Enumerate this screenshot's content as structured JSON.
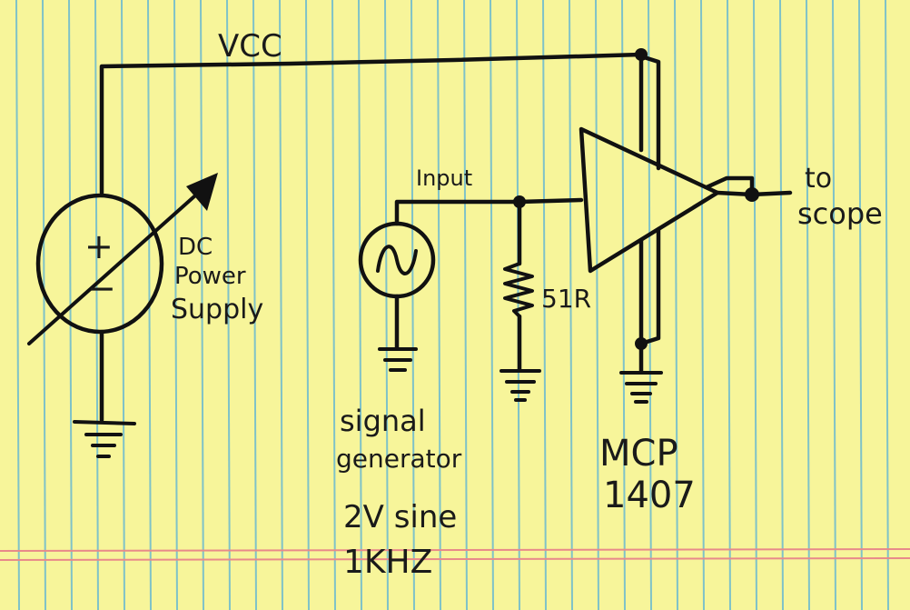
{
  "paper": {
    "background_color": "#f7f59a",
    "rule_color": "#7fc2c8",
    "margin_line_color": "#e88a8a"
  },
  "labels": {
    "vcc": "VCC",
    "input": "Input",
    "to": "to",
    "scope": "scope",
    "dc": "DC",
    "power": "Power",
    "supply": "Supply",
    "plus": "+",
    "minus": "−",
    "resistor": "51R",
    "signal": "signal",
    "generator": "generator",
    "sine": "2V sine",
    "freq": "1KHZ",
    "chip_line1": "MCP",
    "chip_line2": "1407"
  }
}
